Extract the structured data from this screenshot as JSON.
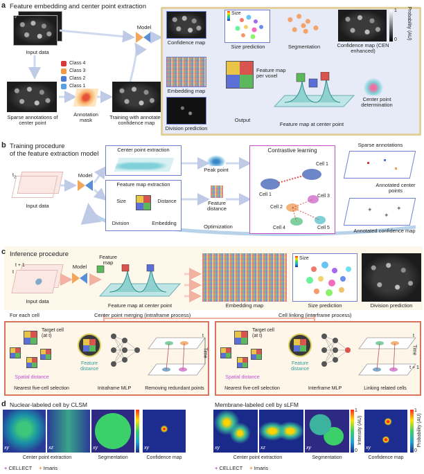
{
  "panel_a": {
    "letter": "a",
    "title": "Feature embedding and center point extraction",
    "input_frames": [
      "t",
      "1",
      "2"
    ],
    "input_label": "Input data",
    "model_label": "Model",
    "sparse_label": "Sparse annotations of center point",
    "annotation_mask_label": "Annotation mask",
    "training_label": "Training with annotated confidence map",
    "classes": [
      "Class 4",
      "Class 3",
      "Class 2",
      "Class 1"
    ],
    "class_colors": [
      "#d63a3a",
      "#f2994a",
      "#4a79d6",
      "#5aa0e6"
    ],
    "confidence_map_label": "Confidence map",
    "size_label": "Size",
    "size_prediction_label": "Size prediction",
    "segmentation_label": "Segmentation",
    "cen_label": "Confidence map (CEN enhanced)",
    "probability_label": "Probability (AU)",
    "prob_max": "1",
    "prob_min": "0",
    "embedding_label": "Embedding map",
    "feature_voxel_label": "Feature map per voxel",
    "center_point_label": "Center point determination",
    "division_label": "Division prediction",
    "output_label": "Output",
    "feature_center_label": "Feature map at center point"
  },
  "panel_b": {
    "letter": "b",
    "title_line1": "Training procedure",
    "title_line2": "of the feature extraction model",
    "input_frames": [
      "t",
      "1",
      "2"
    ],
    "input_label": "Input data",
    "model_label": "Model",
    "center_extraction_label": "Center point extraction",
    "peak_label": "Peak point",
    "feature_extraction_label": "Feature map extraction",
    "size_label": "Size",
    "distance_label": "Distance",
    "division_label": "Division",
    "embedding_label": "Embedding",
    "feature_distance_label": "Feature distance",
    "optimization_label": "Optimization",
    "contrastive_label": "Contrastive learning",
    "cells": [
      "Cell 1",
      "Cell 1",
      "Cell 2",
      "Cell 3",
      "Cell 4",
      "Cell 5"
    ],
    "sparse_label": "Sparse annotations",
    "annotated_center_label": "Annotated center points",
    "annotated_confidence_label": "Annotated confidence map"
  },
  "panel_c": {
    "letter": "c",
    "title": "Inference procedure",
    "input_frames": [
      "t",
      "t + 1"
    ],
    "input_label": "Input data",
    "model_label": "Model",
    "feature_map_label": "Feature map",
    "feature_center_label": "Feature map at center point",
    "embedding_label": "Embedding map",
    "size_label": "Size",
    "size_prediction_label": "Size prediction",
    "division_label": "Division prediction",
    "for_each_label": "For each cell",
    "merging_label": "Center point merging (intraframe process)",
    "linking_label": "Cell linking (interframe process)",
    "target_cell_label": "Target cell (at t)",
    "spatial_label": "Spatial distance",
    "feature_distance_label": "Feature distance",
    "time_label": "Time",
    "t_label": "t",
    "t1_label": "t + 1",
    "nearest_label": "Nearest five-cell selection",
    "intraframe_label": "Intraframe MLP",
    "interframe_label": "Interframe MLP",
    "removing_label": "Removing redundant points",
    "linking_cells_label": "Linking related cells"
  },
  "panel_d": {
    "letter": "d",
    "left_title": "Nuclear-labeled cell by CLSM",
    "right_title": "Membrane-labeled cell by sLFM",
    "xy": "xy",
    "xz": "xz",
    "center_extraction": "Center point extraction",
    "segmentation": "Segmentation",
    "confidence_map": "Confidence map",
    "intensity_label": "Intensity (AU)",
    "probability_label": "Probability (AU)",
    "one": "1",
    "zero": "0",
    "legend_cellect": "CELLECT",
    "legend_imaris": "Imaris",
    "cellect_color": "#c04dd3",
    "imaris_color": "#f08a24"
  }
}
